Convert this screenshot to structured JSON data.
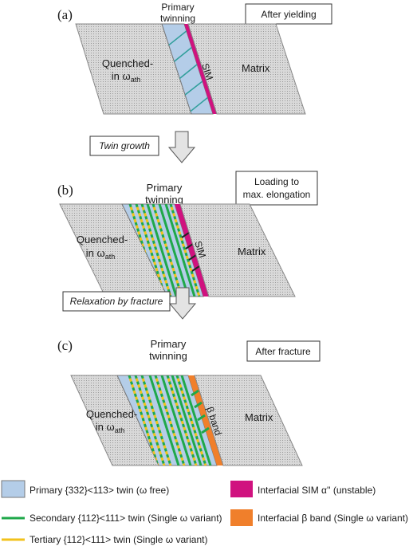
{
  "panels": [
    {
      "label": "(a)",
      "stage": "After yielding",
      "primary": [
        "Primary",
        "twinning"
      ],
      "quenched": [
        "Quenched-",
        "in ω"
      ],
      "subscript": "ath",
      "band": "SIM",
      "matrix": "Matrix"
    },
    {
      "label": "(b)",
      "stage": [
        "Loading to",
        "max. elongation"
      ],
      "primary": [
        "Primary",
        "twinning"
      ],
      "quenched": [
        "Quenched-",
        "in ω"
      ],
      "subscript": "ath",
      "band": "SIM",
      "matrix": "Matrix"
    },
    {
      "label": "(c)",
      "stage": "After fracture",
      "primary": [
        "Primary",
        "twinning"
      ],
      "quenched": [
        "Quenched-",
        "in ω"
      ],
      "subscript": "ath",
      "band": "β band",
      "matrix": "Matrix"
    }
  ],
  "transitions": [
    "Twin growth",
    "Relaxation by fracture"
  ],
  "legend": [
    {
      "text": "Primary {332}<113> twin (ω free)",
      "color": "#b4cde8"
    },
    {
      "text": "Secondary {112}<111> twin (Single ω variant)",
      "color": "#1fa84a"
    },
    {
      "text": "Tertiary {112}<111> twin (Single ω variant)",
      "color": "#f2c21b"
    },
    {
      "text": "Interfacial SIM α'' (unstable)",
      "color": "#d0127f"
    },
    {
      "text": "Interfacial β band (Single ω variant)",
      "color": "#f07f2b"
    }
  ],
  "colors": {
    "grey": "#d9d9d9",
    "primary": "#b4cde8",
    "green": "#1fa84a",
    "yellow": "#f2c21b",
    "magenta": "#d0127f",
    "orange": "#f07f2b",
    "teal": "#2f9e9a"
  }
}
